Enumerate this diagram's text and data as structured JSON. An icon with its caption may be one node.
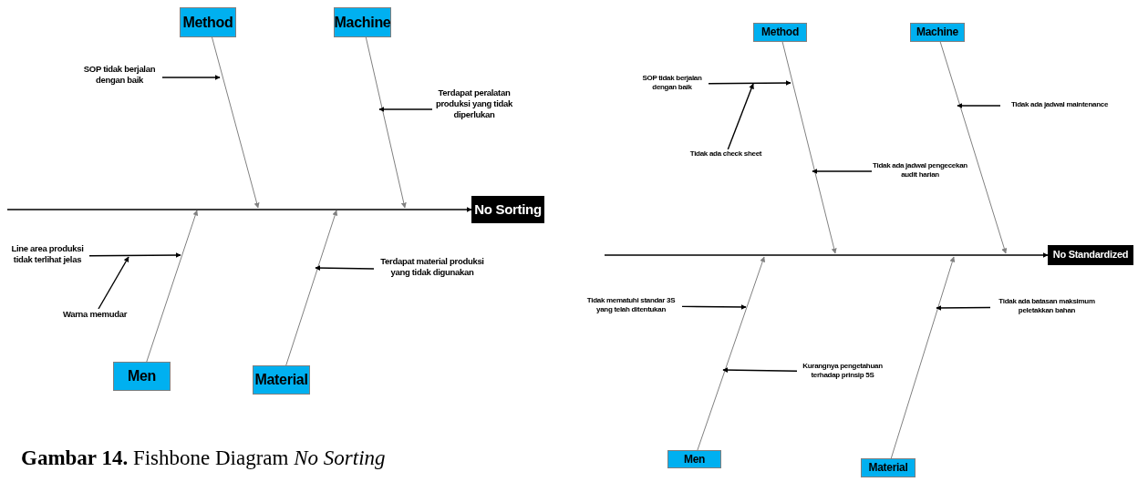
{
  "diagram": {
    "caption": "**Gambar 14.** Fishbone Diagram *No Sorting*",
    "nodes": [
      {
        "text": [
          "Method"
        ]
      },
      {
        "text": [
          "Machine"
        ]
      },
      {
        "text": [
          "SOP tidak berjalan dengan baik"
        ]
      },
      {
        "text": [
          "Terdapat peralatan produksi yang tidak diperlukan"
        ]
      },
      {
        "text": [
          "No Sorting"
        ]
      },
      {
        "text": [
          "Line area produksi tidak terlihat jelas"
        ]
      },
      {
        "text": [
          "Terdapat material produksi yang tidak digunakan"
        ]
      },
      {
        "text": [
          "Warna memudar"
        ]
      },
      {
        "text": [
          "Men"
        ]
      },
      {
        "text": [
          "Material"
        ]
      },
      {
        "text": [
          "Method"
        ]
      },
      {
        "text": [
          "Machine"
        ]
      },
      {
        "text": [
          "SOP tidak berjalan dengan baik"
        ]
      },
      {
        "text": [
          "Tidak ada jadwal maintenance"
        ]
      },
      {
        "text": [
          "Tidak ada check sheet"
        ]
      },
      {
        "text": [
          "Tidak ada jadwal pengecekan audit harian"
        ]
      },
      {
        "text": [
          "No Standardized"
        ]
      },
      {
        "text": [
          "Tidak mematuhi standar 3S yang telah ditentukan"
        ]
      },
      {
        "text": [
          "Tidak ada batasan maksimum peletakkan bahan"
        ]
      },
      {
        "text": [
          "Kurangnya pengetahuan terhadap prinsip 5S"
        ]
      },
      {
        "text": [
          "Men"
        ]
      },
      {
        "text": [
          "Material"
        ]
      }
    ],
    "edges": [
      {
        "from": null,
        "to": 4,
        "arrow": "to"
      },
      {
        "from": 0,
        "to": null,
        "arrow": "to",
        "color": "#808080"
      },
      {
        "from": 1,
        "to": null,
        "arrow": "to",
        "color": "#808080"
      },
      {
        "from": 2,
        "to": null,
        "arrow": "to"
      },
      {
        "from": 3,
        "to": null,
        "arrow": "to"
      },
      {
        "from": 8,
        "to": null,
        "arrow": "to",
        "color": "#808080"
      },
      {
        "from": 9,
        "to": null,
        "arrow": "to",
        "color": "#808080"
      },
      {
        "from": 5,
        "to": null,
        "arrow": "to"
      },
      {
        "from": 7,
        "to": null,
        "arrow": "to"
      },
      {
        "from": 6,
        "to": null,
        "arrow": "to"
      },
      {
        "from": null,
        "to": 16,
        "arrow": "to"
      },
      {
        "from": 10,
        "to": null,
        "arrow": "to",
        "color": "#808080"
      },
      {
        "from": 11,
        "to": null,
        "arrow": "to",
        "color": "#808080"
      },
      {
        "from": 12,
        "to": null,
        "arrow": "to"
      },
      {
        "from": 13,
        "to": null,
        "arrow": "to"
      },
      {
        "from": 14,
        "to": null,
        "arrow": "to"
      },
      {
        "from": 15,
        "to": null,
        "arrow": "to"
      },
      {
        "from": 17,
        "to": null,
        "arrow": "to"
      },
      {
        "from": 20,
        "to": null,
        "arrow": "to",
        "color": "#808080"
      },
      {
        "from": 21,
        "to": null,
        "arrow": "to",
        "color": "#808080"
      },
      {
        "from": 19,
        "to": null,
        "arrow": "to"
      },
      {
        "from": 18,
        "to": null,
        "arrow": "to"
      }
    ]
  }
}
